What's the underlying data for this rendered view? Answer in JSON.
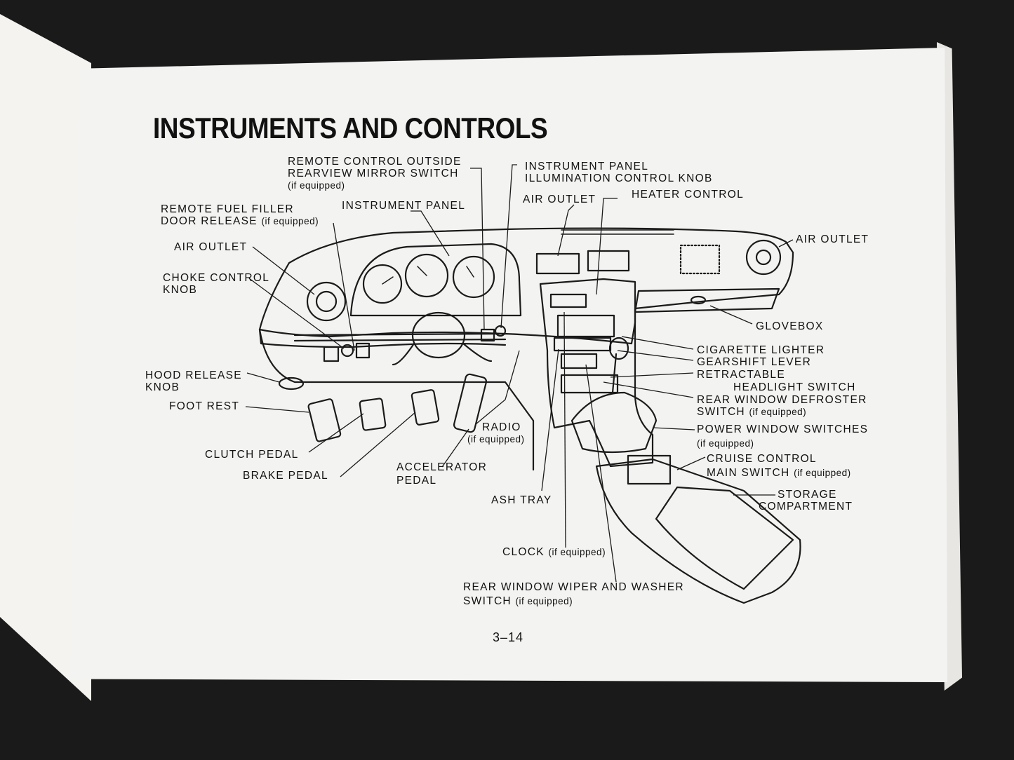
{
  "title": "INSTRUMENTS AND CONTROLS",
  "page_number": "3–14",
  "labels": {
    "remote_mirror": [
      "REMOTE CONTROL OUTSIDE",
      "REARVIEW MIRROR SWITCH",
      "(if equipped)"
    ],
    "instrument_illum": [
      "INSTRUMENT PANEL",
      "ILLUMINATION CONTROL KNOB"
    ],
    "heater_control": "HEATER CONTROL",
    "air_outlet_center": "AIR OUTLET",
    "instrument_panel": "INSTRUMENT PANEL",
    "remote_fuel": [
      "REMOTE FUEL FILLER",
      "DOOR RELEASE",
      "(if equipped)"
    ],
    "air_outlet_left": "AIR OUTLET",
    "air_outlet_right": "AIR OUTLET",
    "choke": [
      "CHOKE CONTROL",
      "KNOB"
    ],
    "glovebox": "GLOVEBOX",
    "cigarette": "CIGARETTE LIGHTER",
    "gearshift": "GEARSHIFT LEVER",
    "retractable": [
      "RETRACTABLE",
      "HEADLIGHT SWITCH"
    ],
    "rear_defroster": [
      "REAR WINDOW DEFROSTER",
      "SWITCH",
      "(if equipped)"
    ],
    "hood_release": [
      "HOOD RELEASE",
      "KNOB"
    ],
    "foot_rest": "FOOT REST",
    "power_window": [
      "POWER WINDOW SWITCHES",
      "(if equipped)"
    ],
    "radio": [
      "RADIO",
      "(if equipped)"
    ],
    "cruise": [
      "CRUISE CONTROL",
      "MAIN SWITCH",
      "(if equipped)"
    ],
    "clutch": "CLUTCH PEDAL",
    "brake": "BRAKE PEDAL",
    "accelerator": [
      "ACCELERATOR",
      "PEDAL"
    ],
    "storage": [
      "STORAGE",
      "COMPARTMENT"
    ],
    "ash_tray": "ASH TRAY",
    "clock": [
      "CLOCK",
      "(if equipped)"
    ],
    "rear_wiper": [
      "REAR WINDOW WIPER AND WASHER",
      "SWITCH",
      "(if equipped)"
    ]
  }
}
